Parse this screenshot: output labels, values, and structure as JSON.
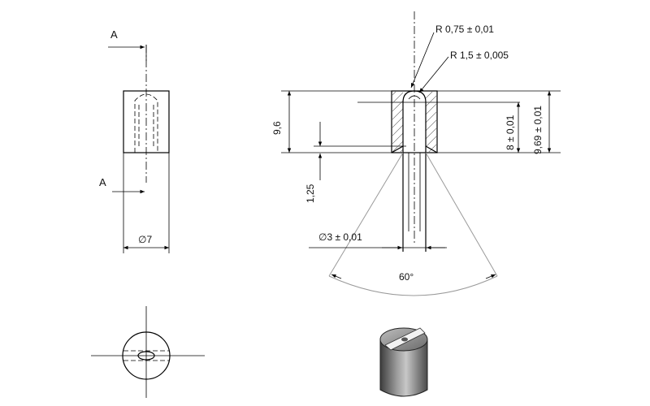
{
  "section_marks": {
    "top": "A",
    "bottom": "A"
  },
  "dimensions": {
    "diameter_outer": "∅7",
    "radius_small": "R 0,75 ± 0,01",
    "radius_large": "R 1,5 ± 0,005",
    "height_total": "9,6",
    "height_slot": "8 ± 0,01",
    "height_overall": "9,69 ± 0,01",
    "chamfer_depth": "1,25",
    "diameter_bore": "∅3 ± 0,01",
    "cone_angle": "60°"
  },
  "colors": {
    "line": "#000000",
    "construction": "#9a9a9a",
    "body_shade": "#7a7a7a"
  }
}
